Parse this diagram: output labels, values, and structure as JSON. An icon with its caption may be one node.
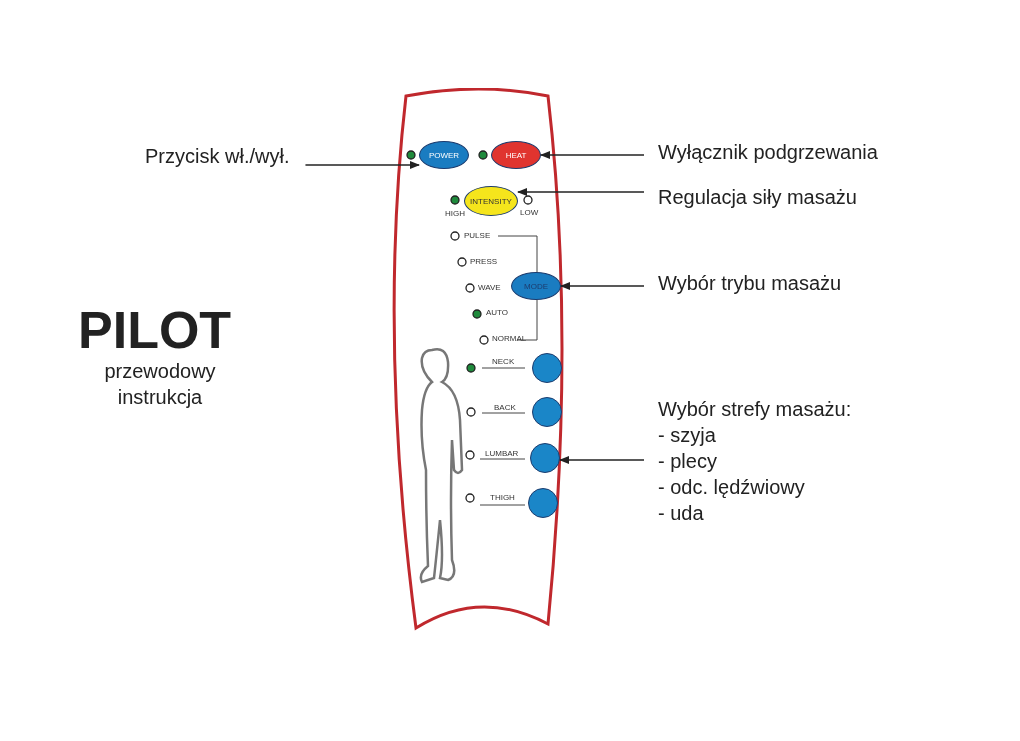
{
  "diagram": {
    "title": "PILOT",
    "nodes": [
      {
        "text": [],
        "shape": "box"
      },
      {
        "text": [
          "POWER"
        ],
        "in": 0
      },
      {
        "text": [
          "HEAT"
        ],
        "in": 0
      },
      {
        "text": [
          "INTENSITY"
        ],
        "in": 0
      },
      {
        "text": [
          "MODE"
        ],
        "in": 0
      },
      {
        "text": [],
        "shape": "circle",
        "in": 0
      },
      {
        "text": [],
        "shape": "circle",
        "in": 0
      },
      {
        "text": [],
        "shape": "circle",
        "in": 0
      },
      {
        "text": [],
        "shape": "circle",
        "in": 0
      },
      {
        "text": [
          "Przycisk wł./wył."
        ]
      },
      {
        "text": [
          "Wyłącznik podgrzewania"
        ]
      },
      {
        "text": [
          "Regulacja siły masażu"
        ]
      },
      {
        "text": [
          "Wybór trybu masażu"
        ]
      },
      {
        "text": [
          "Wybór strefy masażu:",
          "- szyja",
          "- plecy",
          "- odc. lędźwiowy",
          "- uda"
        ]
      }
    ],
    "edges": [
      {
        "from": 9,
        "to": 1,
        "arrow": "to"
      },
      {
        "from": 10,
        "to": 2,
        "arrow": "to"
      },
      {
        "from": 11,
        "to": 3,
        "arrow": "to"
      },
      {
        "from": 12,
        "to": 4,
        "arrow": "to"
      },
      {
        "from": 13,
        "to": 7,
        "arrow": "to"
      }
    ],
    "labels": [
      "przewodowy",
      "instrukcja",
      "HIGH",
      "LOW",
      "PULSE",
      "PRESS",
      "WAVE",
      "AUTO",
      "NORMAL",
      "NECK",
      "BACK",
      "LUMBAR",
      "THIGH"
    ]
  }
}
